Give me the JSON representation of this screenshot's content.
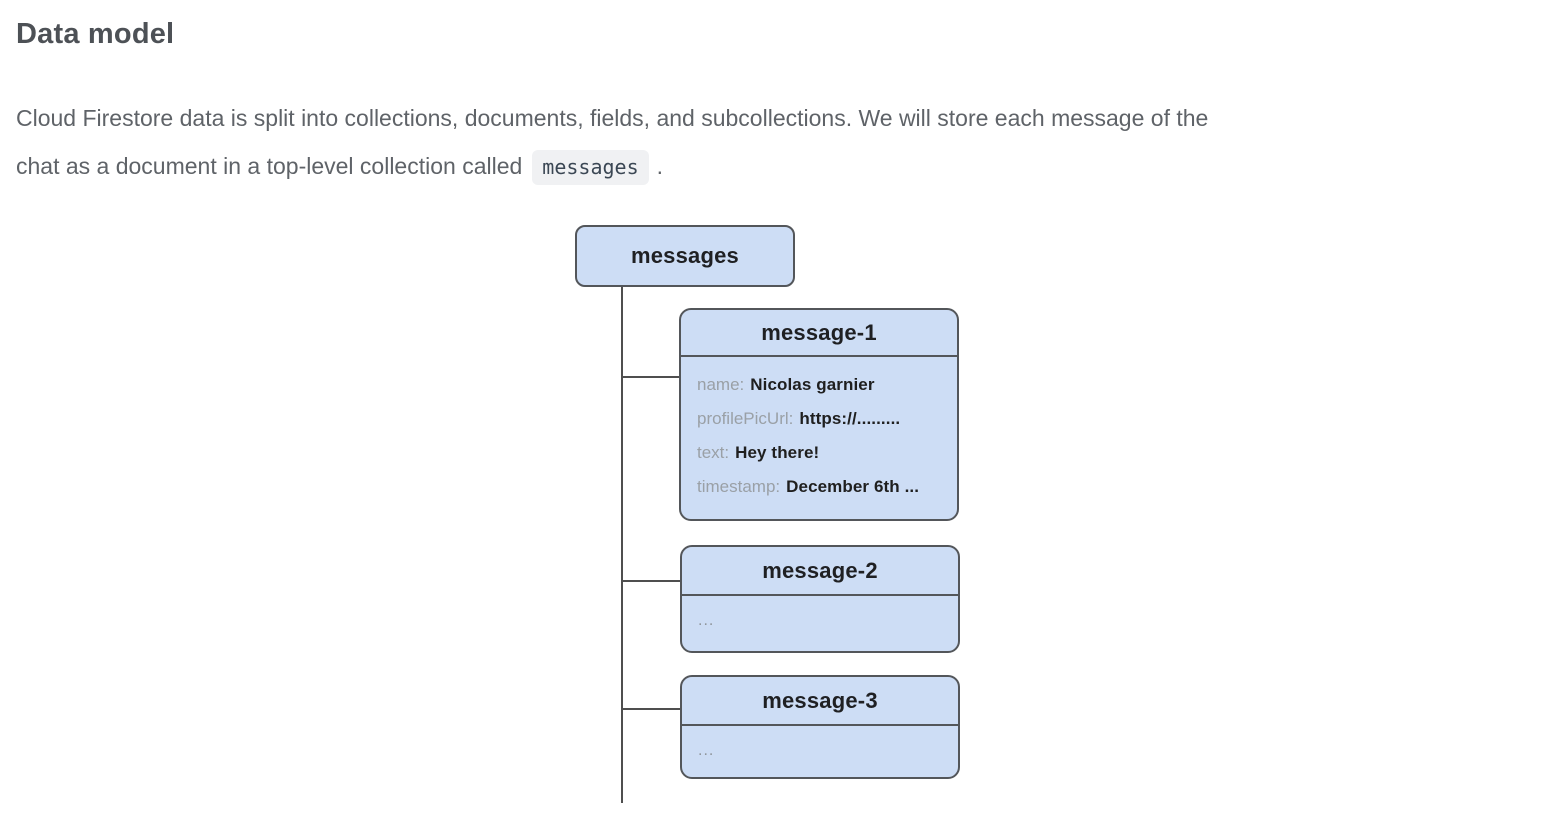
{
  "section": {
    "heading": "Data model",
    "paragraph": {
      "line1": "Cloud Firestore data is split into collections, documents, fields, and subcollections. We will store each message of the",
      "line2_before_code": "chat as a document in a top-level collection called",
      "code": "messages",
      "after_code": "."
    }
  },
  "diagram": {
    "collection": {
      "label": "messages"
    },
    "documents": [
      {
        "title": "message-1",
        "fields": [
          {
            "label": "name:",
            "value": "Nicolas garnier"
          },
          {
            "label": "profilePicUrl:",
            "value": "https://........."
          },
          {
            "label": "text:",
            "value": "Hey there!"
          },
          {
            "label": "timestamp:",
            "value": "December 6th ..."
          }
        ]
      },
      {
        "title": "message-2",
        "placeholder": "..."
      },
      {
        "title": "message-3",
        "placeholder": "..."
      }
    ],
    "colors": {
      "node_fill": "#cdddf5",
      "node_border": "#53565a",
      "connector_line": "#4f4f4f",
      "field_label_gray": "#9aa0a6",
      "field_value_dark": "#1f1f1f",
      "code_chip_bg": "#f0f1f3",
      "code_chip_text": "#3b4754",
      "heading_text": "#4d5156",
      "paragraph_text": "#5f6368"
    }
  }
}
